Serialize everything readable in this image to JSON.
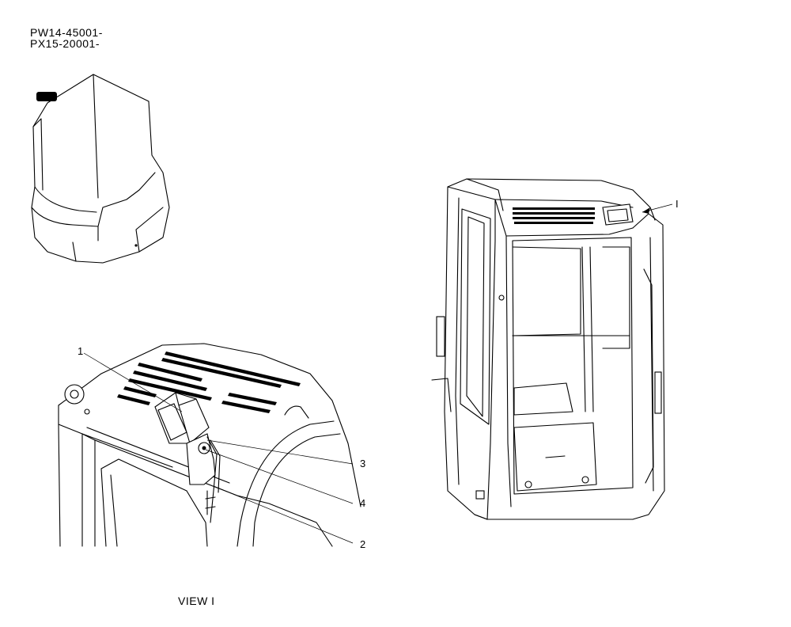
{
  "header": {
    "serial_line_1": "PW14-45001-",
    "serial_line_2": "PX15-20001-"
  },
  "callouts": {
    "item_1": "1",
    "item_2": "2",
    "item_3": "3",
    "item_4": "4",
    "view_marker": "I"
  },
  "caption": {
    "view_label": "VIEW I"
  }
}
